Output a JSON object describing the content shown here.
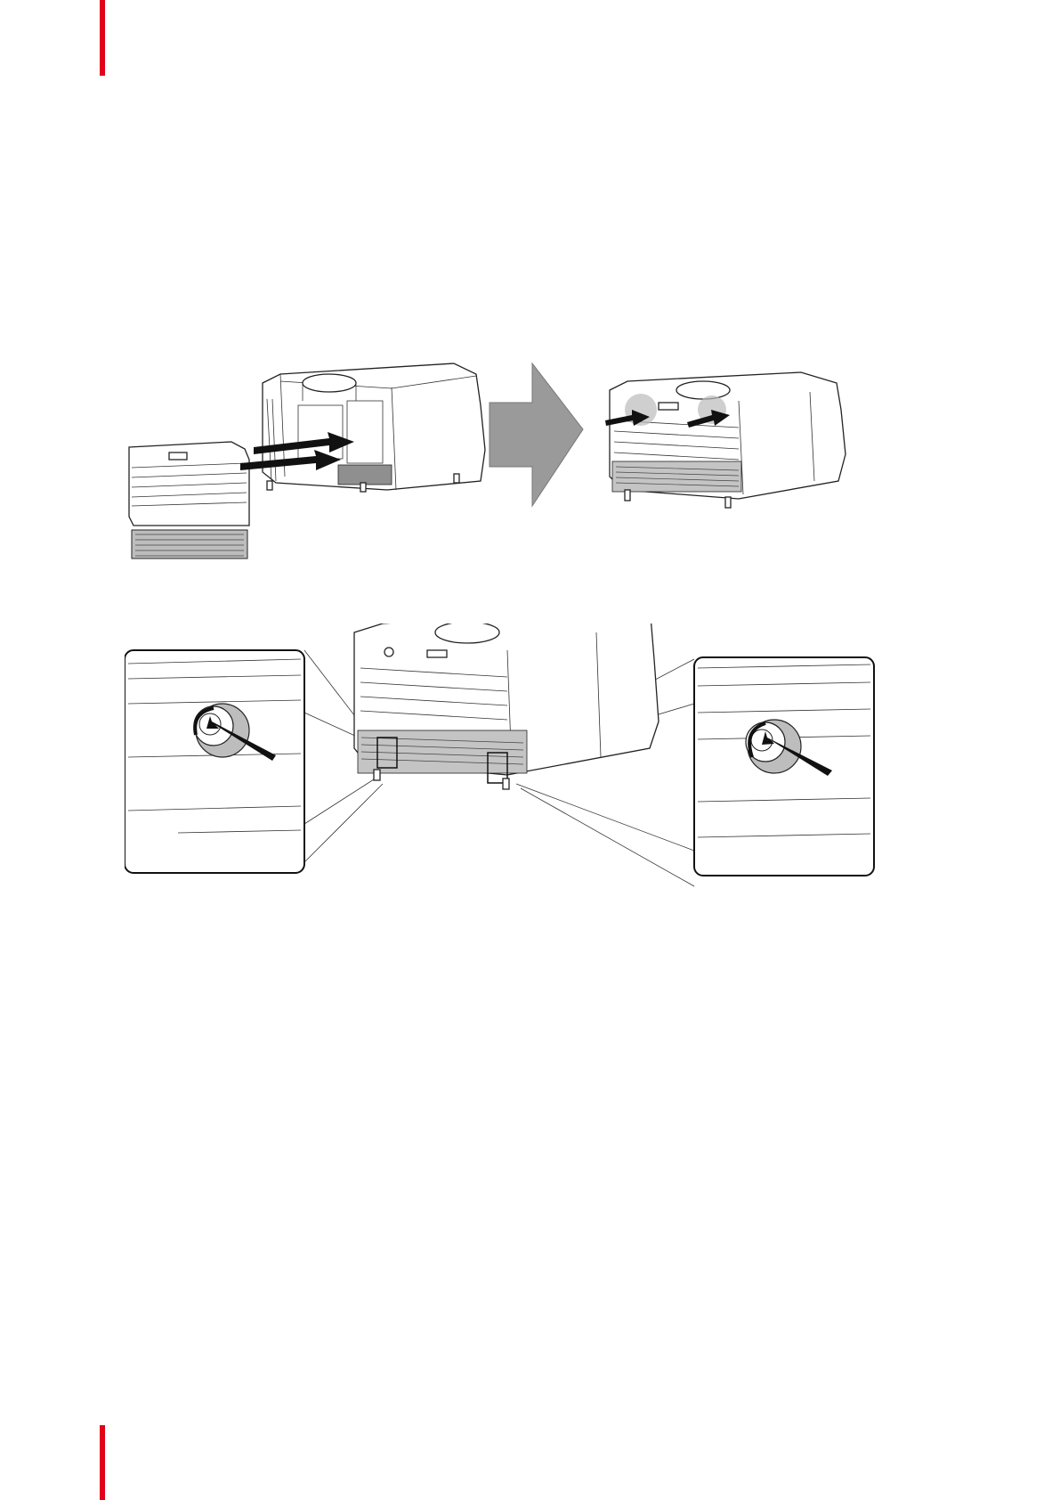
{
  "page": {
    "accent_color": "#e2001a",
    "background": "#ffffff"
  },
  "figures": [
    {
      "name": "front-cover-installation-steps",
      "panels": [
        "cover-detached",
        "process-arrow",
        "cover-installed"
      ],
      "arrow_color": "#9a9a9a"
    },
    {
      "name": "front-cover-fastening-detail",
      "panels": [
        "detail-left-screw",
        "projector-front-view",
        "detail-right-screw"
      ]
    }
  ],
  "icons": {
    "process_arrow": "right-arrow-icon",
    "push_arrow": "push-arrow-icon",
    "rotate_arrow": "clockwise-rotate-icon"
  }
}
